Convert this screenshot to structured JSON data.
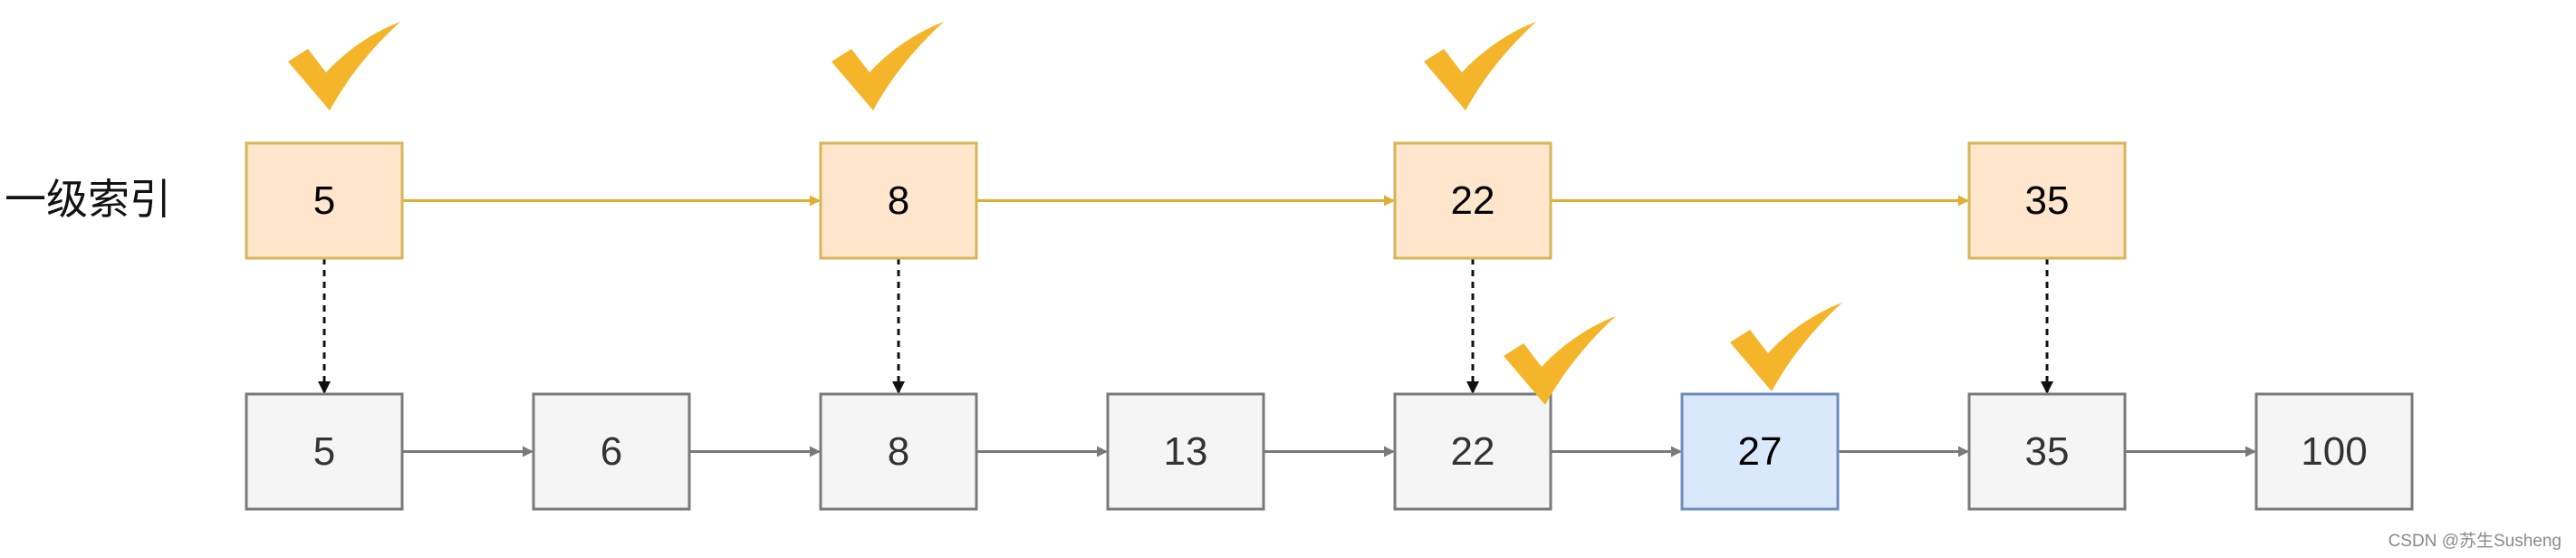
{
  "index_label": "一级索引",
  "index_nodes": [
    "5",
    "8",
    "22",
    "35"
  ],
  "base_nodes": [
    "5",
    "6",
    "8",
    "13",
    "22",
    "27",
    "35",
    "100"
  ],
  "highlighted_base_node": "27",
  "watermark": "CSDN @苏生Susheng",
  "icons": {
    "check": "check-icon",
    "arrow": "arrow-icon"
  },
  "colors": {
    "index_fill": "#ffe6cc",
    "index_stroke": "#d6b656",
    "index_arrow": "#dfaf34",
    "base_fill": "#f5f5f5",
    "base_stroke": "#7a7a7a",
    "base_arrow": "#7a7a7a",
    "highlight_fill": "#dae8fc",
    "highlight_stroke": "#6c8ebf",
    "check": "#f5b52a",
    "drop_arrow": "#111111"
  }
}
